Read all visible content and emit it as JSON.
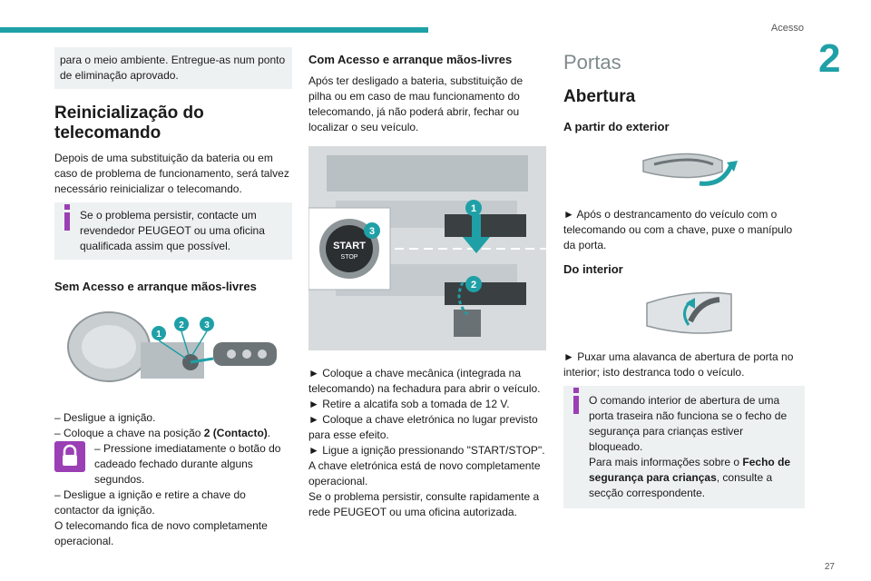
{
  "header": {
    "section": "Acesso",
    "chapter": "2"
  },
  "footer": {
    "page": "27"
  },
  "col1": {
    "intro_box": "para o meio ambiente. Entregue-as num ponto de eliminação aprovado.",
    "reinit_title": "Reinicialização do telecomando",
    "reinit_text": "Depois de uma substituição da bateria ou em caso de problema de funcionamento, será talvez necessário reinicializar o telecomando.",
    "info_box": "Se o problema persistir, contacte um revendedor PEUGEOT ou uma oficina qualificada assim que possível.",
    "sem_title": "Sem Acesso e arranque mãos-livres",
    "step1": "–  Desligue a ignição.",
    "step2_pre": "–  Coloque a chave na posição ",
    "step2_bold": "2 (Contacto)",
    "step2_post": ".",
    "step3": "–  Pressione imediatamente o botão do cadeado fechado durante alguns segundos.",
    "step4": "–  Desligue a ignição e retire a chave do contactor da ignição.",
    "closing": "O telecomando fica de novo completamente operacional.",
    "callouts": [
      "1",
      "2",
      "3"
    ]
  },
  "col2": {
    "title": "Com Acesso e arranque mãos-livres",
    "intro": "Após ter desligado a bateria, substituição de pilha ou em caso de mau funcionamento do telecomando, já não poderá abrir, fechar ou localizar o seu veículo.",
    "start_label": "START",
    "stop_label": "STOP",
    "callouts": [
      "1",
      "2",
      "3"
    ],
    "bullets": [
      "►  Coloque a chave mecânica (integrada na telecomando) na fechadura para abrir o veículo.",
      "►  Retire a alcatifa sob a tomada de 12 V.",
      "►  Coloque a chave eletrónica no lugar previsto para esse efeito.",
      "►  Ligue a ignição pressionando \"START/STOP\"."
    ],
    "after1": "A chave eletrónica está de novo completamente operacional.",
    "after2": "Se o problema persistir, consulte rapidamente a rede PEUGEOT ou uma oficina autorizada."
  },
  "col3": {
    "portas": "Portas",
    "abertura": "Abertura",
    "exterior_title": "A partir do exterior",
    "exterior_text": "►  Após o destrancamento do veículo com o telecomando ou com a chave, puxe o manípulo da porta.",
    "interior_title": "Do interior",
    "interior_text": "►  Puxar uma alavanca de abertura de porta no interior; isto destranca todo o veículo.",
    "info_text": "O comando interior de abertura de uma porta traseira não funciona se o fecho de segurança para crianças estiver bloqueado.",
    "info_more_pre": "Para mais informações sobre o ",
    "info_more_bold": "Fecho de segurança para crianças",
    "info_more_post": ", consulte a secção correspondente."
  }
}
